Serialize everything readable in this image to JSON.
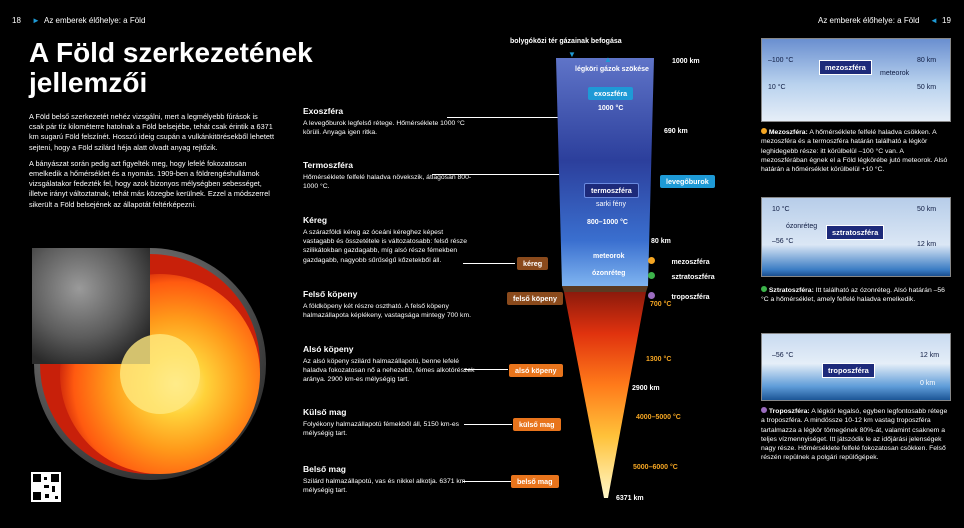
{
  "header": {
    "left_page": "18",
    "left_title": "Az emberek élőhelye: a Föld",
    "right_title": "Az emberek élőhelye: a Föld",
    "right_page": "19"
  },
  "title": "A Föld szerkezetének jellemzői",
  "intro": [
    "A Föld belső szerkezetét nehéz vizsgálni, mert a legmélyebb fúrások is csak pár tíz kilométerre hatolnak a Föld belsejébe, tehát csak érintik a 6371 km sugarú Föld felszínét. Hosszú ideig csupán a vulkánkitörésekből lehetett sejteni, hogy a Föld szilárd héja alatt olvadt anyag rejtőzik.",
    "A bányászat során pedig azt figyelték meg, hogy lefelé fokozatosan emelkedik a hőmérséklet és a nyomás. 1909-ben a földrengéshullámok vizsgálatakor fedezték fel, hogy azok bizonyos mélységben sebességet, illetve irányt változtatnak, tehát más közegbe kerülnek. Ezzel a módszerrel sikerült a Föld belsejének az állapotát feltérképezni."
  ],
  "sections": [
    {
      "title": "Exoszféra",
      "text": "A levegőburok legfelső rétege. Hőmérséklete 1000 °C körüli. Anyaga igen ritka."
    },
    {
      "title": "Termoszféra",
      "text": "Hőmérséklete felfelé haladva növekszik, átlagosan 800-1000 °C."
    },
    {
      "title": "Kéreg",
      "text": "A szárazföldi kéreg az óceáni kéreghez képest vastagabb és összetétele is változatosabb: felső része szilikátokban gazdagabb, míg alsó része fémekben gazdagabb, nagyobb sűrűségű kőzetekből áll."
    },
    {
      "title": "Felső köpeny",
      "text": "A földköpeny két részre osztható. A felső köpeny halmazállapota képlékeny, vastagsága mintegy 700 km."
    },
    {
      "title": "Alsó köpeny",
      "text": "Az alsó köpeny szilárd halmazállapotú, benne lefelé haladva fokozatosan nő a nehezebb, fémes alkotórészek aránya. 2900 km-es mélységig tart."
    },
    {
      "title": "Külső mag",
      "text": "Folyékony halmazállapotú fémekből áll, 5150 km-es mélységig tart."
    },
    {
      "title": "Belső mag",
      "text": "Szilárd halmazállapotú, vas és nikkel alkotja. 6371 km mélységig tart."
    }
  ],
  "tags": {
    "kereg": "kéreg",
    "felso_kopeny": "felső köpeny",
    "also_kopeny": "alsó köpeny",
    "kulso_mag": "külső mag",
    "belso_mag": "belső mag",
    "levegoburok": "levegőburok"
  },
  "column": {
    "top_label": "bolygóközi tér gázainak befogása",
    "escape_label": "légköri gázok szökése",
    "exoszfera": "exoszféra",
    "exo_temp": "1000 °C",
    "termoszfera": "termoszféra",
    "sarki_feny": "sarki fény",
    "thermo_temp": "800–1000 °C",
    "meteorok": "meteorok",
    "ozonreteg": "ózonréteg"
  },
  "km_labels": {
    "k1000": "1000 km",
    "k690": "690 km",
    "k80": "80 km",
    "k2900": "2900 km",
    "k6371": "6371 km"
  },
  "temps": {
    "t700": "700 °C",
    "t1300": "1300 °C",
    "t4000": "4000–5000 °C",
    "t5000": "5000–6000 °C"
  },
  "legend": {
    "mezoszfera": "mezoszféra",
    "sztratoszfera": "sztratoszféra",
    "troposzfera": "troposzféra"
  },
  "panels": {
    "p1": {
      "tag": "mezoszféra",
      "t1": "–100 °C",
      "t2": "10 °C",
      "km1": "80 km",
      "km2": "50 km",
      "extra": "meteorok"
    },
    "p2": {
      "tag": "sztratoszféra",
      "t1": "10 °C",
      "t2": "–56 °C",
      "km1": "50 km",
      "km2": "12 km",
      "extra": "ózonréteg"
    },
    "p3": {
      "tag": "troposzféra",
      "t1": "–56 °C",
      "km1": "12 km",
      "km2": "0 km"
    }
  },
  "descriptions": {
    "mezo_title": "Mezoszféra:",
    "mezo_text": "A hőmérséklete felfelé haladva csökken. A mezoszféra és a termoszféra határán található a légkör leghidegebb része: itt körülbelül –100 °C van. A mezoszférában égnek el a Föld légkörébe jutó meteorok. Alsó határán a hőmérséklet körülbelül +10 °C.",
    "sztrato_title": "Sztratoszféra:",
    "sztrato_text": "Itt található az ózonréteg. Alsó határán –56 °C a hőmérséklet, amely felfelé haladva emelkedik.",
    "tropo_title": "Troposzféra:",
    "tropo_text": "A légkör legalsó, egyben legfontosabb rétege a troposzféra. A mindössze 10-12 km vastag troposzféra tartalmazza a légkör tömegének 80%-át, valamint csaknem a teljes vízmennyiséget. Itt játszódik le az időjárási jelenségek nagy része. Hőmérséklete felfelé fokozatosan csökken. Felső részén repülnek a polgári repülőgépek."
  },
  "colors": {
    "mezo": "#f5a623",
    "sztrato": "#3cb34a",
    "tropo": "#9b6cc0",
    "tag_brown": "#8a4a1c",
    "tag_orange": "#e8741c",
    "tag_blue": "#1e9ad6"
  }
}
